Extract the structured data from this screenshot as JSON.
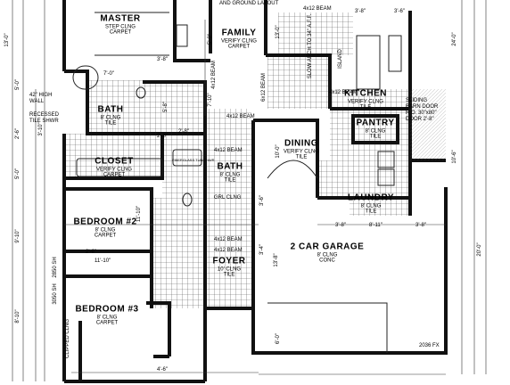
{
  "rooms": [
    {
      "id": "master",
      "name": "MASTER",
      "lines": [
        "STEP CLNG",
        "CARPET"
      ]
    },
    {
      "id": "family",
      "name": "FAMILY",
      "lines": [
        "VERIFY CLNG",
        "CARPET"
      ]
    },
    {
      "id": "kitchen",
      "name": "KITCHEN",
      "lines": [
        "VERIFY CLNG",
        "TILE"
      ]
    },
    {
      "id": "pantry",
      "name": "PANTRY",
      "lines": [
        "8' CLNG",
        "TILE"
      ]
    },
    {
      "id": "bath-master",
      "name": "BATH",
      "lines": [
        "8' CLNG",
        "TILE"
      ]
    },
    {
      "id": "closet",
      "name": "CLOSET",
      "lines": [
        "VERIFY CLNG",
        "CARPET"
      ]
    },
    {
      "id": "dining",
      "name": "DINING",
      "lines": [
        "VERIFY CLNG",
        "TILE"
      ]
    },
    {
      "id": "bath-hall",
      "name": "BATH",
      "lines": [
        "8' CLNG",
        "TILE"
      ]
    },
    {
      "id": "bedroom2",
      "name": "BEDROOM #2",
      "lines": [
        "8' CLNG",
        "CARPET"
      ]
    },
    {
      "id": "laundry",
      "name": "LAUNDRY",
      "lines": [
        "8' CLNG",
        "TILE"
      ]
    },
    {
      "id": "garage",
      "name": "2 CAR GARAGE",
      "lines": [
        "8' CLNG",
        "CONC"
      ]
    },
    {
      "id": "foyer",
      "name": "FOYER",
      "lines": [
        "10' CLNG",
        "TILE"
      ]
    },
    {
      "id": "bedroom3",
      "name": "BEDROOM #3",
      "lines": [
        "8' CLNG",
        "CARPET"
      ]
    }
  ],
  "notes": {
    "high_wall": [
      "42\" HIGH",
      "WALL"
    ],
    "recessed": [
      "RECESSED",
      "TILE SHWR"
    ],
    "barn_door": [
      "SLIDING",
      "BARN DOOR",
      "R.O. 30\"x80\"",
      "DOOR 2'-8\""
    ],
    "slow_arch": "SLOW ARCH TO 34\" A.F.F.",
    "island": "ISLAND",
    "fiberglass": "FIBERGLASS TUB/SHWR",
    "grl_clng": "GRL CLNG",
    "beam_top": "4x12 BEAM",
    "beam_1": "4x12 BEAM",
    "beam_2": "4x12 BEAM",
    "beam_3": "4x12 BEAM",
    "beam_4": "4x12 BEAM",
    "beam_5": "4x12 BEAM",
    "beam_6": "4x12 BEAM",
    "beam_7": "6x12 BEAM",
    "family_sub": "AND GROUND LAYOUT",
    "clipped_ceiling": "CLIPPED CLNG",
    "corner_mark": "2036 FX",
    "window_mark": "2850 SH",
    "window_mark2": "3050 SH"
  },
  "dimensions": {
    "d1": "13'-0\"",
    "d2": "5'-0\"",
    "d3": "2'-6\"",
    "d4": "5'-0\"",
    "d5": "9'-10\"",
    "d6": "8'-10\"",
    "d7": "3'-8\"",
    "d8": "8'-11\"",
    "d9": "3'-8\"",
    "d10": "3'-6\"",
    "d11": "3'-4\"",
    "d12": "11'-10\"",
    "d13": "13'-8\"",
    "d14": "11'-10\"",
    "d15": "4'-6\"",
    "d16": "5'-8\"",
    "d17": "2'-8\"",
    "d18": "10'-0\"",
    "d19": "13'-0\"",
    "d20": "6'-0\"",
    "d21": "3'-8\"",
    "d22": "2'-8\"",
    "d23": "7'-0\"",
    "d24": "2'-6\"",
    "d25": "3'-10\"",
    "d26": "5'-0\"",
    "d27": "7'-10\"",
    "d28": "20'-0\"",
    "d29": "3'-8\"",
    "d30": "3'-6\"",
    "d31": "24'-0\"",
    "d32": "10'-6\""
  }
}
